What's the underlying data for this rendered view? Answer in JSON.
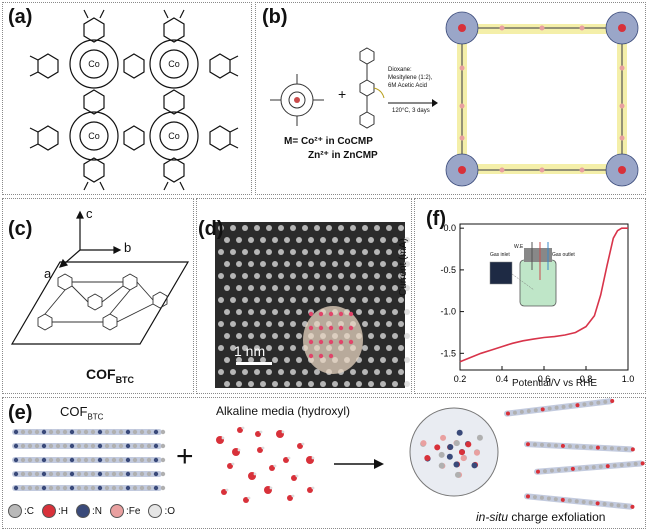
{
  "panels": {
    "a": {
      "label": "(a)"
    },
    "b": {
      "label": "(b)",
      "reaction_conditions": [
        "Dioxane:",
        "Mesitylene (1:2),",
        "6M Acetic Acid",
        "120°C, 3 days"
      ],
      "metal_lines": [
        "M= Co²⁺ in CoCMP",
        "Zn²⁺ in ZnCMP"
      ]
    },
    "c": {
      "label": "(c)",
      "axis_c": "c",
      "axis_b": "b",
      "axis_a": "a",
      "caption_main": "COF",
      "caption_sub": "BTC"
    },
    "d": {
      "label": "(d)",
      "scale_bar": "1 nm"
    },
    "f": {
      "label": "(f)",
      "chart_data": {
        "type": "line",
        "xlabel": "Potential/V vs RHE",
        "ylabel": "Current (mA)",
        "xlim": [
          0.2,
          1.0
        ],
        "ylim": [
          -1.7,
          0.05
        ],
        "xticks": [
          "0.2",
          "0.4",
          "0.6",
          "0.8",
          "1.0"
        ],
        "yticks": [
          "0.0",
          "-0.5",
          "-1.0",
          "-1.5"
        ],
        "series": [
          {
            "color": "#d8344a",
            "x": [
              0.2,
              0.25,
              0.3,
              0.35,
              0.4,
              0.45,
              0.5,
              0.55,
              0.6,
              0.65,
              0.7,
              0.75,
              0.8,
              0.84,
              0.87,
              0.9,
              0.93,
              0.95,
              0.97,
              0.98,
              1.0
            ],
            "y": [
              -1.6,
              -1.55,
              -1.5,
              -1.46,
              -1.42,
              -1.38,
              -1.35,
              -1.33,
              -1.31,
              -1.3,
              -1.28,
              -1.25,
              -1.18,
              -1.05,
              -0.8,
              -0.45,
              -0.12,
              -0.03,
              0.0,
              0.0,
              0.0
            ]
          }
        ]
      },
      "inset": {
        "we": "W.E",
        "gas_inlet": "Gas inlet",
        "gas_outlet": "Gas outlet"
      }
    },
    "e": {
      "label": "(e)",
      "cof_main": "COF",
      "cof_sub": "BTC",
      "plus": "+",
      "media": "Alkaline media (hydroxyl)",
      "exfoliation_italic": "in-situ",
      "exfoliation_rest": " charge exfoliation",
      "legend": [
        {
          "symbol": ":C",
          "color": "#b9b9b9"
        },
        {
          "symbol": ":H",
          "color": "#d8313a"
        },
        {
          "symbol": ":N",
          "color": "#3a4a7a"
        },
        {
          "symbol": ":Fe",
          "color": "#e9a0a0"
        },
        {
          "symbol": ":O",
          "color": "#e6e6e6"
        }
      ]
    }
  }
}
